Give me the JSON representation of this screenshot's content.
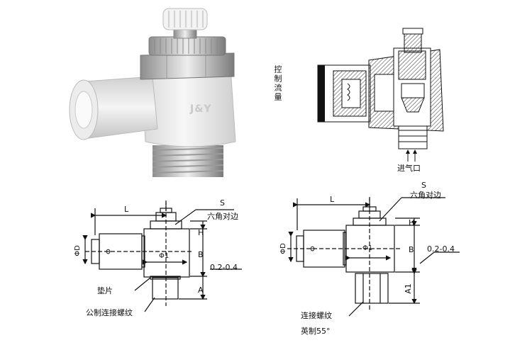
{
  "photo": {
    "brand": "J&Y"
  },
  "section_view": {
    "flow_control_label": "控制流量",
    "inlet_label": "进气口"
  },
  "drawing_left": {
    "L": "L",
    "S": "S",
    "hex_label": "六角对边",
    "phiD": "ΦD",
    "phi": "Φ",
    "phi1": "Φ1",
    "H": "H",
    "B": "B",
    "range": "0.2-0.4",
    "A": "A",
    "washer": "垫片",
    "thread": "公制连接螺纹"
  },
  "drawing_right": {
    "L": "L",
    "S": "S",
    "hex_label": "六角对边",
    "phiD": "ΦD",
    "phi": "Φ",
    "phi1": "Φ1",
    "H": "H",
    "B": "B",
    "range": "0.2-0.4",
    "A1": "A1",
    "thread": "连接螺纹",
    "thread_std": "英制55°"
  }
}
